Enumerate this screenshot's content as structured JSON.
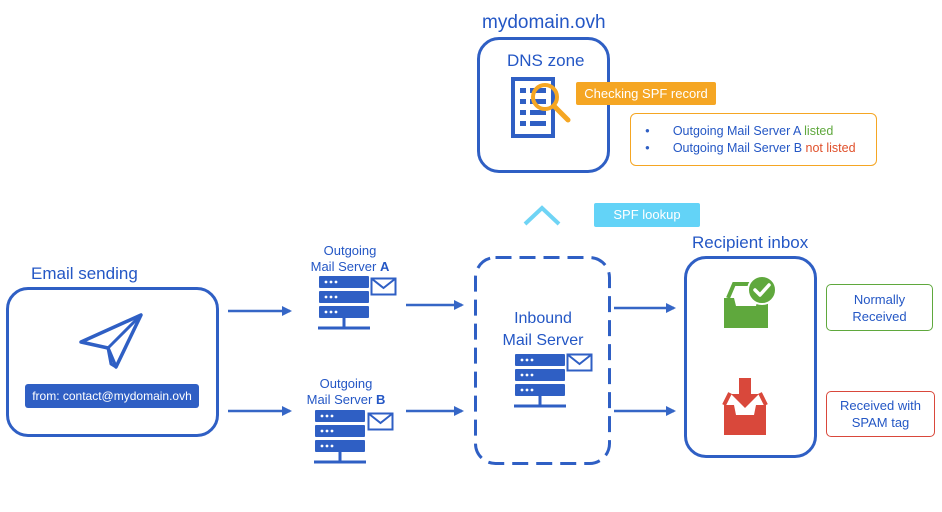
{
  "dns": {
    "domain": "mydomain.ovh",
    "zone_title": "DNS zone",
    "checking_label": "Checking SPF record",
    "records": [
      {
        "server": "Outgoing Mail Server A",
        "status": "listed"
      },
      {
        "server": "Outgoing Mail Server B",
        "status": "not listed"
      }
    ]
  },
  "spf_lookup_label": "SPF lookup",
  "sender": {
    "title": "Email sending",
    "from_label": "from: contact@mydomain.ovh"
  },
  "outgoing_a": {
    "line1": "Outgoing",
    "line2": "Mail Server ",
    "letter": "A"
  },
  "outgoing_b": {
    "line1": "Outgoing",
    "line2": "Mail Server ",
    "letter": "B"
  },
  "inbound": {
    "line1": "Inbound",
    "line2": "Mail Server"
  },
  "recipient": {
    "title": "Recipient inbox",
    "normal_line1": "Normally",
    "normal_line2": "Received",
    "spam_line1": "Received with",
    "spam_line2": "SPAM tag"
  },
  "colors": {
    "blue": "#2f5fc4",
    "orange": "#f5a623",
    "light_blue": "#5ed0f5",
    "green": "#5fa83d",
    "red": "#d9483b"
  }
}
